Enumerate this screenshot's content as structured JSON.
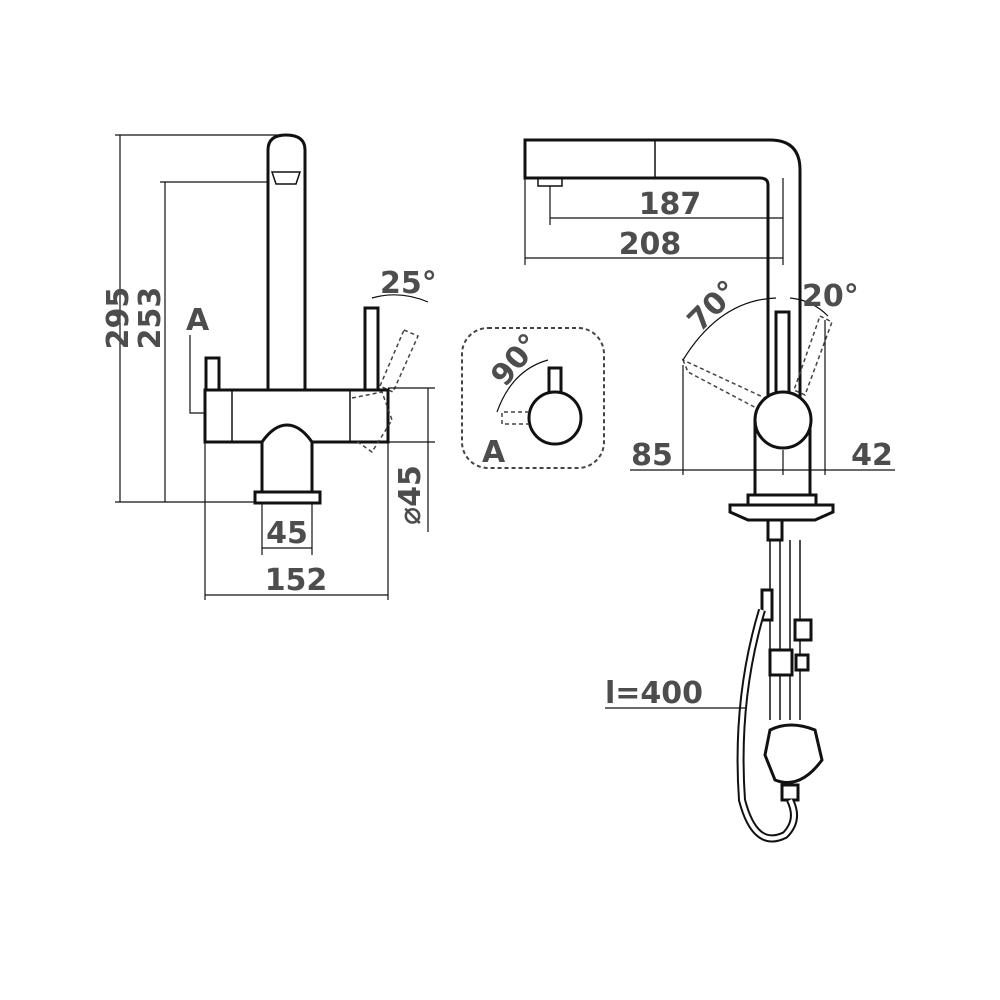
{
  "left_view": {
    "height_total": "295",
    "height_spout": "253",
    "section_marker": "A",
    "lever_angle": "25°",
    "base_width": "45",
    "body_width": "152",
    "body_diameter": "⌀45"
  },
  "detail_view": {
    "angle": "90°",
    "section_marker": "A"
  },
  "right_view": {
    "reach_inner": "187",
    "reach_outer": "208",
    "angle_back": "70°",
    "angle_front": "20°",
    "offset_back": "85",
    "offset_front": "42",
    "hose_length": "l=400"
  }
}
